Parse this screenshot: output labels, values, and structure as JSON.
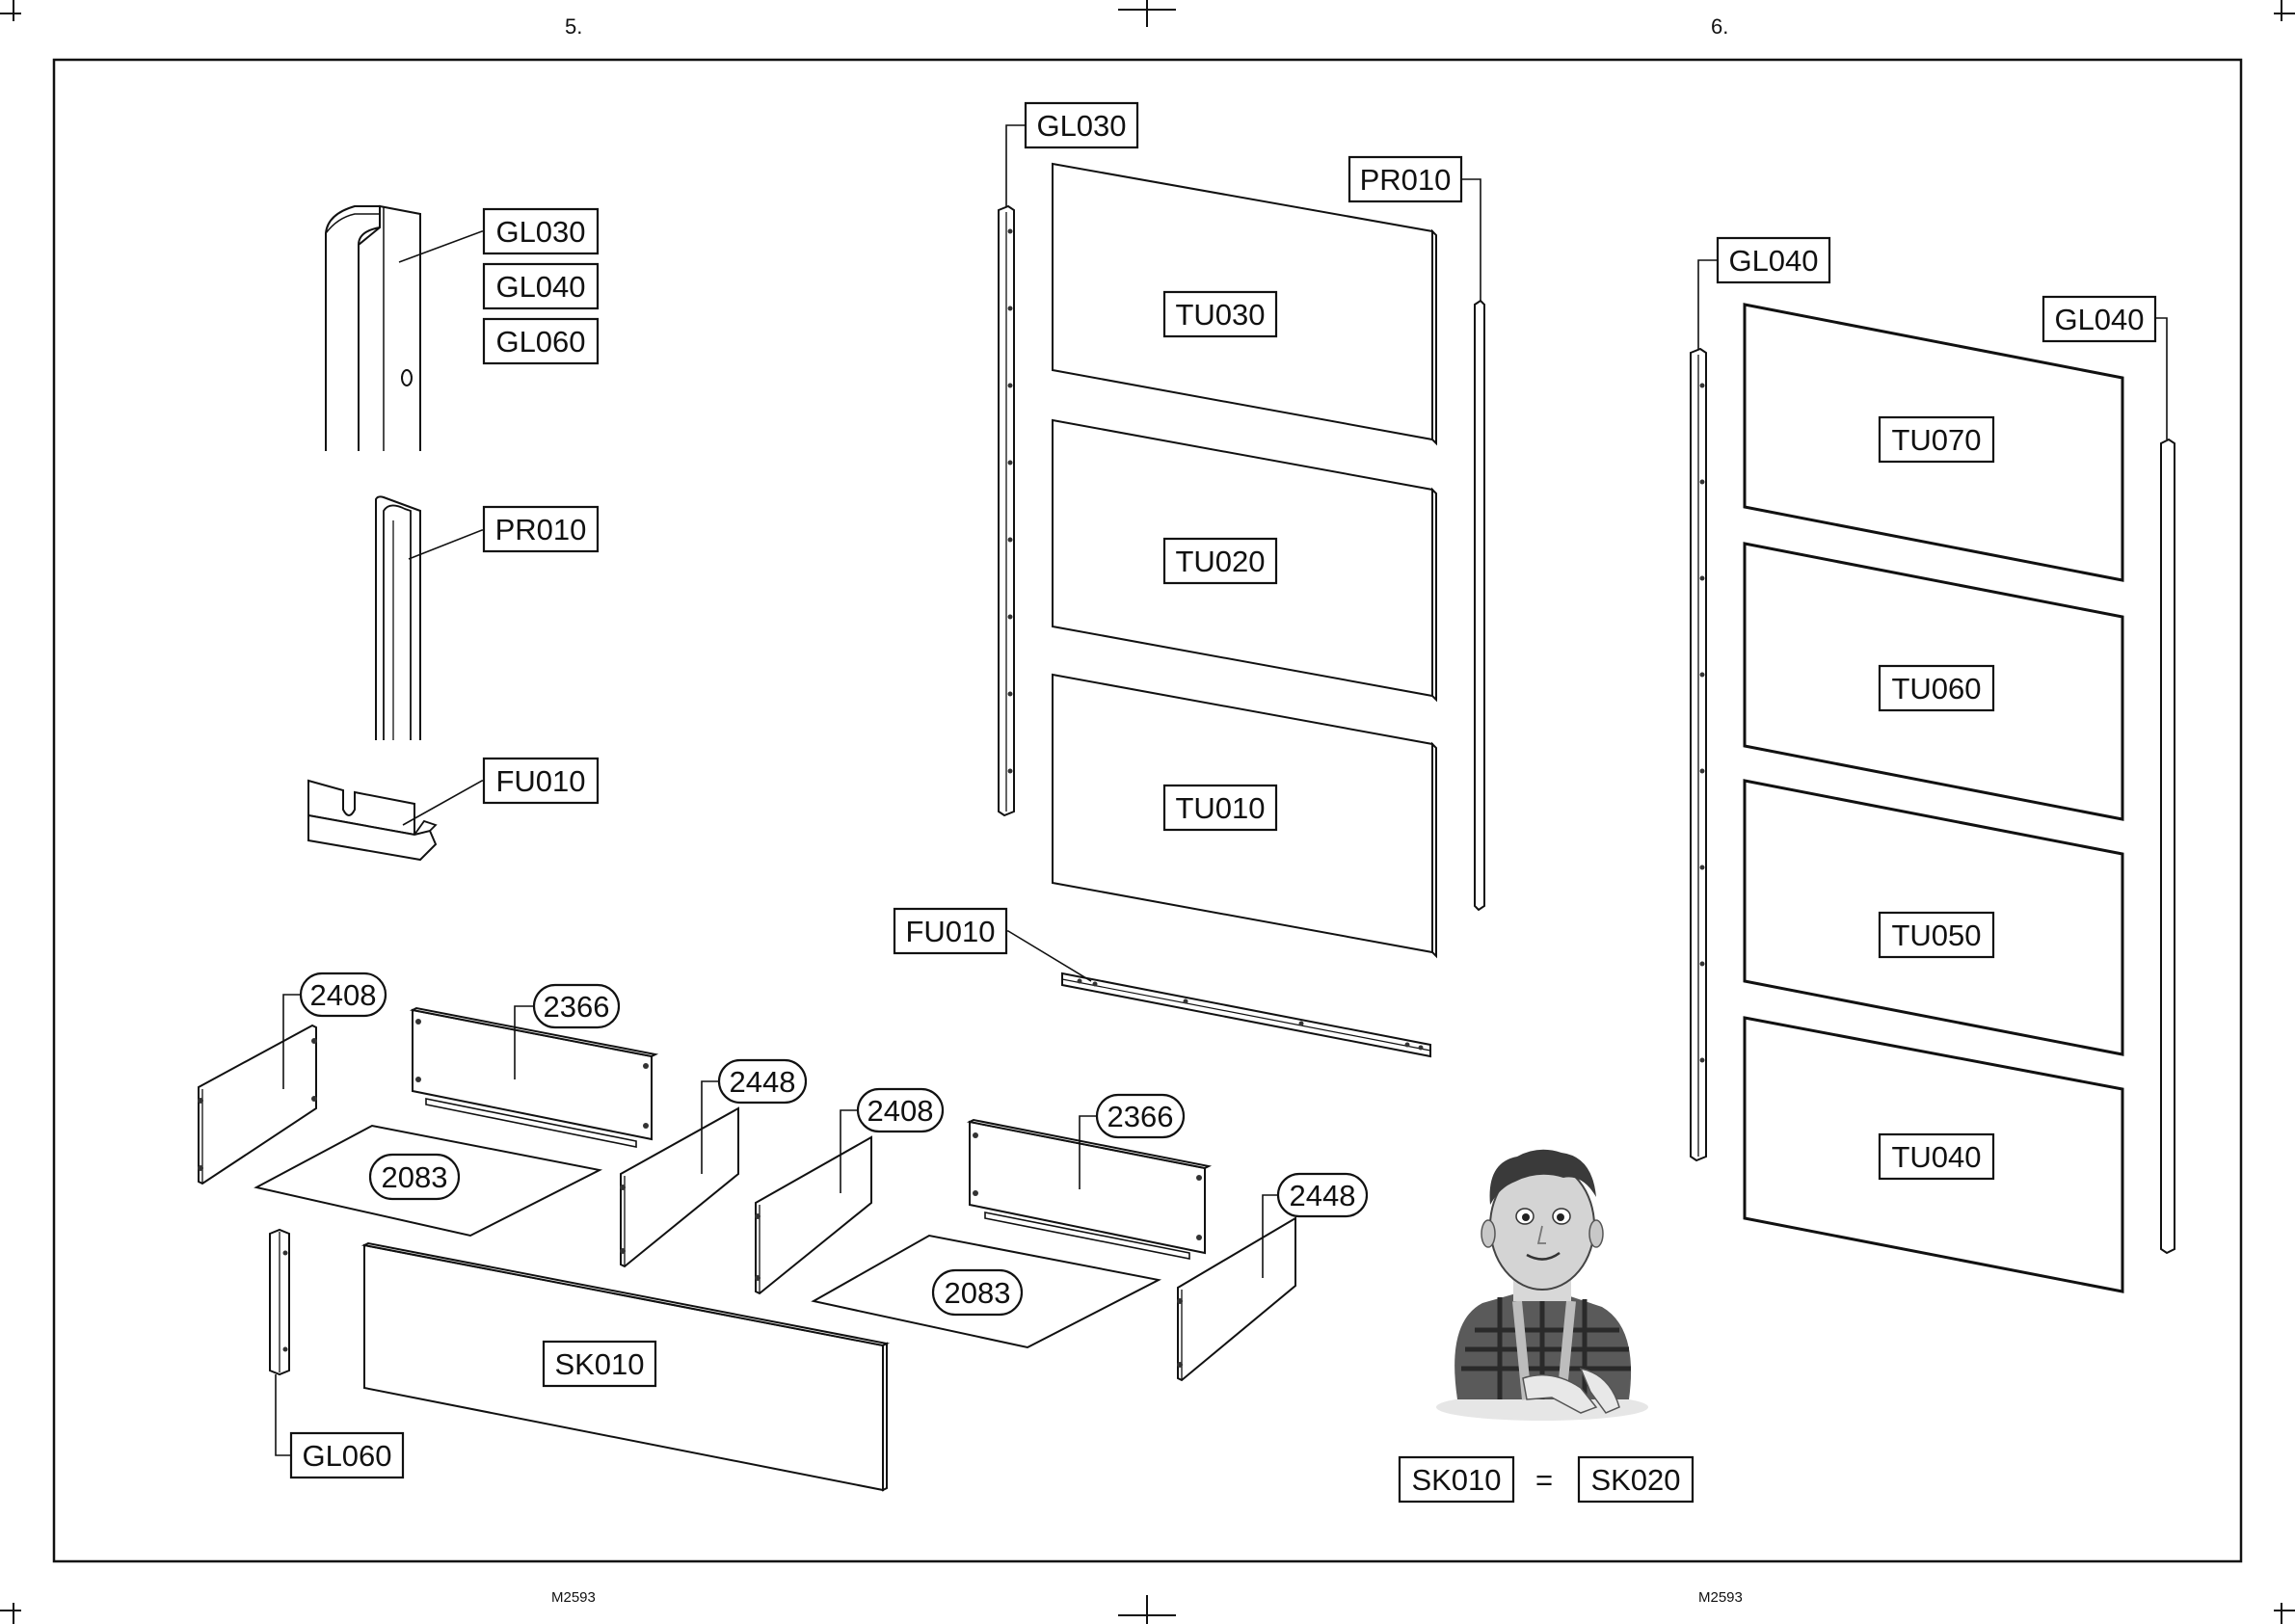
{
  "pages": {
    "left": "5.",
    "right": "6."
  },
  "footer": {
    "left": "M2593",
    "right": "M2593"
  },
  "detail_labels": {
    "gl030": "GL030",
    "gl040": "GL040",
    "gl060": "GL060",
    "pr010": "PR010",
    "fu010": "FU010"
  },
  "step5_labels": {
    "gl030": "GL030",
    "pr010": "PR010",
    "tu030": "TU030",
    "tu020": "TU020",
    "tu010": "TU010",
    "fu010": "FU010"
  },
  "step6_labels": {
    "gl040_left": "GL040",
    "gl040_right": "GL040",
    "tu070": "TU070",
    "tu060": "TU060",
    "tu050": "TU050",
    "tu040": "TU040"
  },
  "drawer_labels": {
    "a_2408": "2408",
    "a_2366": "2366",
    "a_2448": "2448",
    "a_2083": "2083",
    "b_2408": "2408",
    "b_2366": "2366",
    "b_2448": "2448",
    "b_2083": "2083",
    "sk010": "SK010",
    "gl060": "GL060"
  },
  "equation": {
    "left": "SK010",
    "operator": "=",
    "right": "SK020"
  }
}
